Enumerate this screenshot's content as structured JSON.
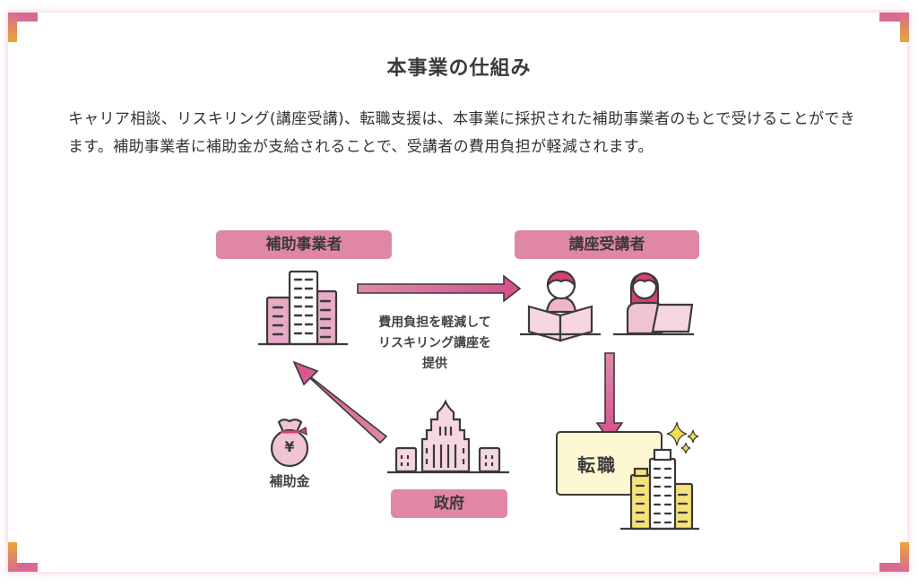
{
  "section": {
    "title": "本事業の仕組み",
    "description": "キャリア相談、リスキリング(講座受講)、転職支援は、本事業に採択された補助事業者のもとで受けることができます。補助事業者に補助金が支給されることで、受講者の費用負担が軽減されます。"
  },
  "diagram": {
    "provider_label": "補助事業者",
    "learner_label": "講座受講者",
    "government_label": "政府",
    "job_change_label": "転職",
    "subsidy_label": "補助金",
    "yen_symbol": "¥",
    "arrow_caption_lines": [
      "費用負担を軽減して",
      "リスキリング講座を",
      "提供"
    ],
    "flows": [
      {
        "from": "補助事業者",
        "to": "講座受講者",
        "meaning": "費用負担を軽減してリスキリング講座を提供"
      },
      {
        "from": "講座受講者",
        "to": "転職"
      },
      {
        "from": "政府",
        "to": "補助事業者",
        "meaning": "補助金"
      }
    ]
  },
  "colors": {
    "accent_pink": "#e087a8",
    "arrow_pink": "#d4508a",
    "corner_pink": "#d96a93",
    "corner_orange": "#e8a63a",
    "job_box_yellow": "#fdf8d2",
    "building_yellow": "#f5e27c"
  }
}
